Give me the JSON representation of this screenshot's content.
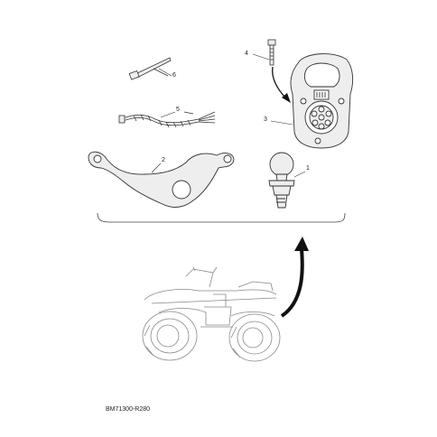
{
  "diagram": {
    "callouts": {
      "c1": "1",
      "c2": "2",
      "c3": "3",
      "c4": "4",
      "c5": "5",
      "c6": "6"
    },
    "drawing_code": "BM71300-R280"
  },
  "colors": {
    "line": "#333333",
    "part_fill": "#eeeeee",
    "arrow": "#111111"
  }
}
